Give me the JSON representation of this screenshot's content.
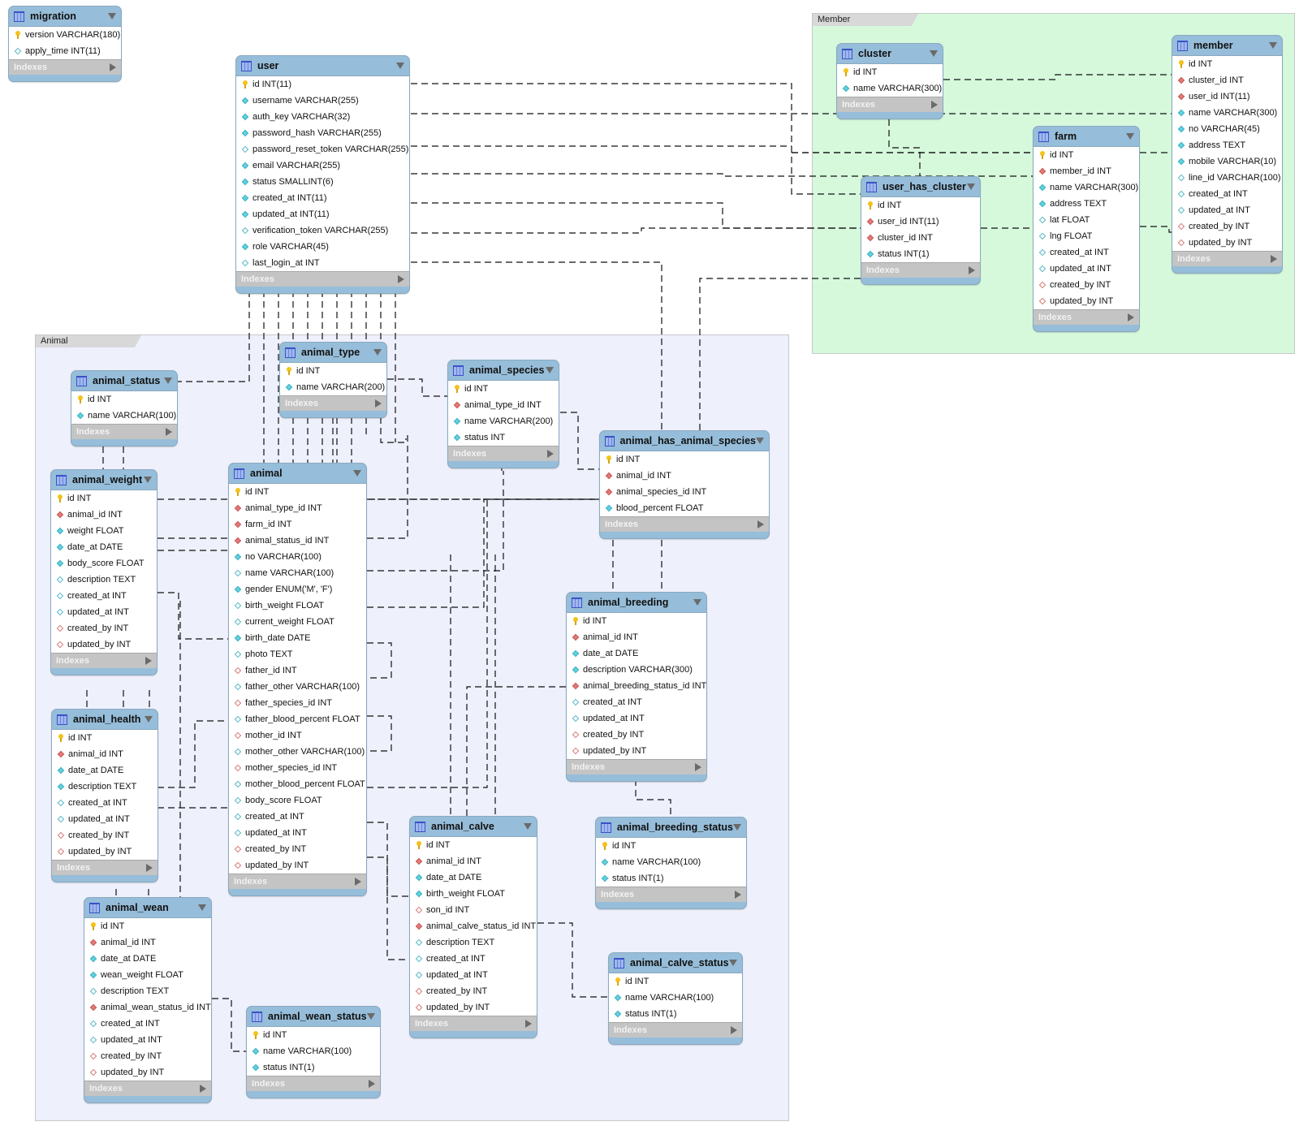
{
  "layers": {
    "member": "Member",
    "animal": "Animal"
  },
  "index_label": "Indexes",
  "tables": {
    "migration": {
      "name": "migration",
      "columns": [
        {
          "t": "pk",
          "text": "version VARCHAR(180)"
        },
        {
          "t": "null",
          "text": "apply_time INT(11)"
        }
      ]
    },
    "user": {
      "name": "user",
      "columns": [
        {
          "t": "pk",
          "text": "id INT(11)"
        },
        {
          "t": "nn",
          "text": "username VARCHAR(255)"
        },
        {
          "t": "nn",
          "text": "auth_key VARCHAR(32)"
        },
        {
          "t": "nn",
          "text": "password_hash VARCHAR(255)"
        },
        {
          "t": "null",
          "text": "password_reset_token VARCHAR(255)"
        },
        {
          "t": "nn",
          "text": "email VARCHAR(255)"
        },
        {
          "t": "nn",
          "text": "status SMALLINT(6)"
        },
        {
          "t": "nn",
          "text": "created_at INT(11)"
        },
        {
          "t": "nn",
          "text": "updated_at INT(11)"
        },
        {
          "t": "null",
          "text": "verification_token VARCHAR(255)"
        },
        {
          "t": "nn",
          "text": "role VARCHAR(45)"
        },
        {
          "t": "null",
          "text": "last_login_at INT"
        }
      ]
    },
    "cluster": {
      "name": "cluster",
      "columns": [
        {
          "t": "pk",
          "text": "id INT"
        },
        {
          "t": "nn",
          "text": "name VARCHAR(300)"
        }
      ]
    },
    "member": {
      "name": "member",
      "columns": [
        {
          "t": "pk",
          "text": "id INT"
        },
        {
          "t": "fk",
          "text": "cluster_id INT"
        },
        {
          "t": "fk",
          "text": "user_id INT(11)"
        },
        {
          "t": "nn",
          "text": "name VARCHAR(300)"
        },
        {
          "t": "nn",
          "text": "no VARCHAR(45)"
        },
        {
          "t": "nn",
          "text": "address TEXT"
        },
        {
          "t": "nn",
          "text": "mobile VARCHAR(10)"
        },
        {
          "t": "null",
          "text": "line_id VARCHAR(100)"
        },
        {
          "t": "null",
          "text": "created_at INT"
        },
        {
          "t": "null",
          "text": "updated_at INT"
        },
        {
          "t": "fknull",
          "text": "created_by INT"
        },
        {
          "t": "fknull",
          "text": "updated_by INT"
        }
      ]
    },
    "farm": {
      "name": "farm",
      "columns": [
        {
          "t": "pk",
          "text": "id INT"
        },
        {
          "t": "fk",
          "text": "member_id INT"
        },
        {
          "t": "nn",
          "text": "name VARCHAR(300)"
        },
        {
          "t": "nn",
          "text": "address TEXT"
        },
        {
          "t": "null",
          "text": "lat FLOAT"
        },
        {
          "t": "null",
          "text": "lng FLOAT"
        },
        {
          "t": "null",
          "text": "created_at INT"
        },
        {
          "t": "null",
          "text": "updated_at INT"
        },
        {
          "t": "fknull",
          "text": "created_by INT"
        },
        {
          "t": "fknull",
          "text": "updated_by INT"
        }
      ]
    },
    "user_has_cluster": {
      "name": "user_has_cluster",
      "columns": [
        {
          "t": "pk",
          "text": "id INT"
        },
        {
          "t": "fk",
          "text": "user_id INT(11)"
        },
        {
          "t": "fk",
          "text": "cluster_id INT"
        },
        {
          "t": "nn",
          "text": "status INT(1)"
        }
      ]
    },
    "animal_status": {
      "name": "animal_status",
      "columns": [
        {
          "t": "pk",
          "text": "id INT"
        },
        {
          "t": "nn",
          "text": "name VARCHAR(100)"
        }
      ]
    },
    "animal_type": {
      "name": "animal_type",
      "columns": [
        {
          "t": "pk",
          "text": "id INT"
        },
        {
          "t": "nn",
          "text": "name VARCHAR(200)"
        }
      ]
    },
    "animal_species": {
      "name": "animal_species",
      "columns": [
        {
          "t": "pk",
          "text": "id INT"
        },
        {
          "t": "fk",
          "text": "animal_type_id INT"
        },
        {
          "t": "nn",
          "text": "name VARCHAR(200)"
        },
        {
          "t": "nn",
          "text": "status INT"
        }
      ]
    },
    "animal_has_animal_species": {
      "name": "animal_has_animal_species",
      "columns": [
        {
          "t": "pk",
          "text": "id INT"
        },
        {
          "t": "fk",
          "text": "animal_id INT"
        },
        {
          "t": "fk",
          "text": "animal_species_id INT"
        },
        {
          "t": "nn",
          "text": "blood_percent FLOAT"
        }
      ]
    },
    "animal_weight": {
      "name": "animal_weight",
      "columns": [
        {
          "t": "pk",
          "text": "id INT"
        },
        {
          "t": "fk",
          "text": "animal_id INT"
        },
        {
          "t": "nn",
          "text": "weight FLOAT"
        },
        {
          "t": "nn",
          "text": "date_at DATE"
        },
        {
          "t": "nn",
          "text": "body_score FLOAT"
        },
        {
          "t": "null",
          "text": "description TEXT"
        },
        {
          "t": "null",
          "text": "created_at INT"
        },
        {
          "t": "null",
          "text": "updated_at INT"
        },
        {
          "t": "fknull",
          "text": "created_by INT"
        },
        {
          "t": "fknull",
          "text": "updated_by INT"
        }
      ]
    },
    "animal": {
      "name": "animal",
      "columns": [
        {
          "t": "pk",
          "text": "id INT"
        },
        {
          "t": "fk",
          "text": "animal_type_id INT"
        },
        {
          "t": "fk",
          "text": "farm_id INT"
        },
        {
          "t": "fk",
          "text": "animal_status_id INT"
        },
        {
          "t": "nn",
          "text": "no VARCHAR(100)"
        },
        {
          "t": "null",
          "text": "name VARCHAR(100)"
        },
        {
          "t": "nn",
          "text": "gender ENUM('M', 'F')"
        },
        {
          "t": "null",
          "text": "birth_weight FLOAT"
        },
        {
          "t": "null",
          "text": "current_weight FLOAT"
        },
        {
          "t": "nn",
          "text": "birth_date DATE"
        },
        {
          "t": "null",
          "text": "photo TEXT"
        },
        {
          "t": "fknull",
          "text": "father_id INT"
        },
        {
          "t": "null",
          "text": "father_other VARCHAR(100)"
        },
        {
          "t": "fknull",
          "text": "father_species_id INT"
        },
        {
          "t": "null",
          "text": "father_blood_percent FLOAT"
        },
        {
          "t": "fknull",
          "text": "mother_id INT"
        },
        {
          "t": "null",
          "text": "mother_other VARCHAR(100)"
        },
        {
          "t": "fknull",
          "text": "mother_species_id INT"
        },
        {
          "t": "null",
          "text": "mother_blood_percent FLOAT"
        },
        {
          "t": "null",
          "text": "body_score FLOAT"
        },
        {
          "t": "null",
          "text": "created_at INT"
        },
        {
          "t": "null",
          "text": "updated_at INT"
        },
        {
          "t": "fknull",
          "text": "created_by INT"
        },
        {
          "t": "fknull",
          "text": "updated_by INT"
        }
      ]
    },
    "animal_breeding": {
      "name": "animal_breeding",
      "columns": [
        {
          "t": "pk",
          "text": "id INT"
        },
        {
          "t": "fk",
          "text": "animal_id INT"
        },
        {
          "t": "nn",
          "text": "date_at DATE"
        },
        {
          "t": "nn",
          "text": "description VARCHAR(300)"
        },
        {
          "t": "fk",
          "text": "animal_breeding_status_id INT"
        },
        {
          "t": "null",
          "text": "created_at INT"
        },
        {
          "t": "null",
          "text": "updated_at INT"
        },
        {
          "t": "fknull",
          "text": "created_by INT"
        },
        {
          "t": "fknull",
          "text": "updated_by INT"
        }
      ]
    },
    "animal_health": {
      "name": "animal_health",
      "columns": [
        {
          "t": "pk",
          "text": "id INT"
        },
        {
          "t": "fk",
          "text": "animal_id INT"
        },
        {
          "t": "nn",
          "text": "date_at DATE"
        },
        {
          "t": "nn",
          "text": "description TEXT"
        },
        {
          "t": "null",
          "text": "created_at INT"
        },
        {
          "t": "null",
          "text": "updated_at INT"
        },
        {
          "t": "fknull",
          "text": "created_by INT"
        },
        {
          "t": "fknull",
          "text": "updated_by INT"
        }
      ]
    },
    "animal_calve": {
      "name": "animal_calve",
      "columns": [
        {
          "t": "pk",
          "text": "id INT"
        },
        {
          "t": "fk",
          "text": "animal_id INT"
        },
        {
          "t": "nn",
          "text": "date_at DATE"
        },
        {
          "t": "nn",
          "text": "birth_weight FLOAT"
        },
        {
          "t": "fknull",
          "text": "son_id INT"
        },
        {
          "t": "fk",
          "text": "animal_calve_status_id INT"
        },
        {
          "t": "null",
          "text": "description TEXT"
        },
        {
          "t": "null",
          "text": "created_at INT"
        },
        {
          "t": "null",
          "text": "updated_at INT"
        },
        {
          "t": "fknull",
          "text": "created_by INT"
        },
        {
          "t": "fknull",
          "text": "updated_by INT"
        }
      ]
    },
    "animal_breeding_status": {
      "name": "animal_breeding_status",
      "columns": [
        {
          "t": "pk",
          "text": "id INT"
        },
        {
          "t": "nn",
          "text": "name VARCHAR(100)"
        },
        {
          "t": "nn",
          "text": "status INT(1)"
        }
      ]
    },
    "animal_wean": {
      "name": "animal_wean",
      "columns": [
        {
          "t": "pk",
          "text": "id INT"
        },
        {
          "t": "fk",
          "text": "animal_id INT"
        },
        {
          "t": "nn",
          "text": "date_at DATE"
        },
        {
          "t": "nn",
          "text": "wean_weight FLOAT"
        },
        {
          "t": "null",
          "text": "description TEXT"
        },
        {
          "t": "fk",
          "text": "animal_wean_status_id INT"
        },
        {
          "t": "null",
          "text": "created_at INT"
        },
        {
          "t": "null",
          "text": "updated_at INT"
        },
        {
          "t": "fknull",
          "text": "created_by INT"
        },
        {
          "t": "fknull",
          "text": "updated_by INT"
        }
      ]
    },
    "animal_wean_status": {
      "name": "animal_wean_status",
      "columns": [
        {
          "t": "pk",
          "text": "id INT"
        },
        {
          "t": "nn",
          "text": "name VARCHAR(100)"
        },
        {
          "t": "nn",
          "text": "status INT(1)"
        }
      ]
    },
    "animal_calve_status": {
      "name": "animal_calve_status",
      "columns": [
        {
          "t": "pk",
          "text": "id INT"
        },
        {
          "t": "nn",
          "text": "name VARCHAR(100)"
        },
        {
          "t": "nn",
          "text": "status INT(1)"
        }
      ]
    }
  }
}
